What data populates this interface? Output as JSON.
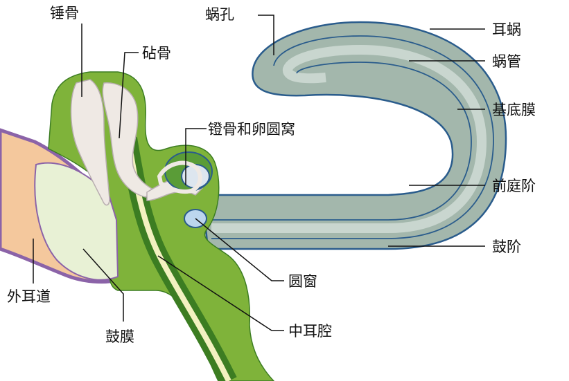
{
  "diagram": {
    "labels": {
      "malleus": "锤骨",
      "incus": "砧骨",
      "stapes_oval_window": "镫骨和卵圆窝",
      "helicotrema": "蜗孔",
      "cochlea": "耳蜗",
      "cochlear_duct": "蜗管",
      "basilar_membrane": "基底膜",
      "scala_vestibuli": "前庭阶",
      "scala_tympani": "鼓阶",
      "round_window": "圆窗",
      "middle_ear_cavity": "中耳腔",
      "ear_canal": "外耳道",
      "eardrum": "鼓膜"
    },
    "colors": {
      "green": "#7fb33a",
      "dark_green": "#3c7d22",
      "pale_green": "#e8f1d5",
      "cochlea_fill": "#a3b7ac",
      "cochlea_light": "#c9d6cf",
      "cochlea_outline": "#2a5c8c",
      "ear_canal": "#f4c89d",
      "ear_canal_border": "#8b63a8",
      "bone": "#efe9e4",
      "yellow_line": "#f3f1c0"
    }
  }
}
